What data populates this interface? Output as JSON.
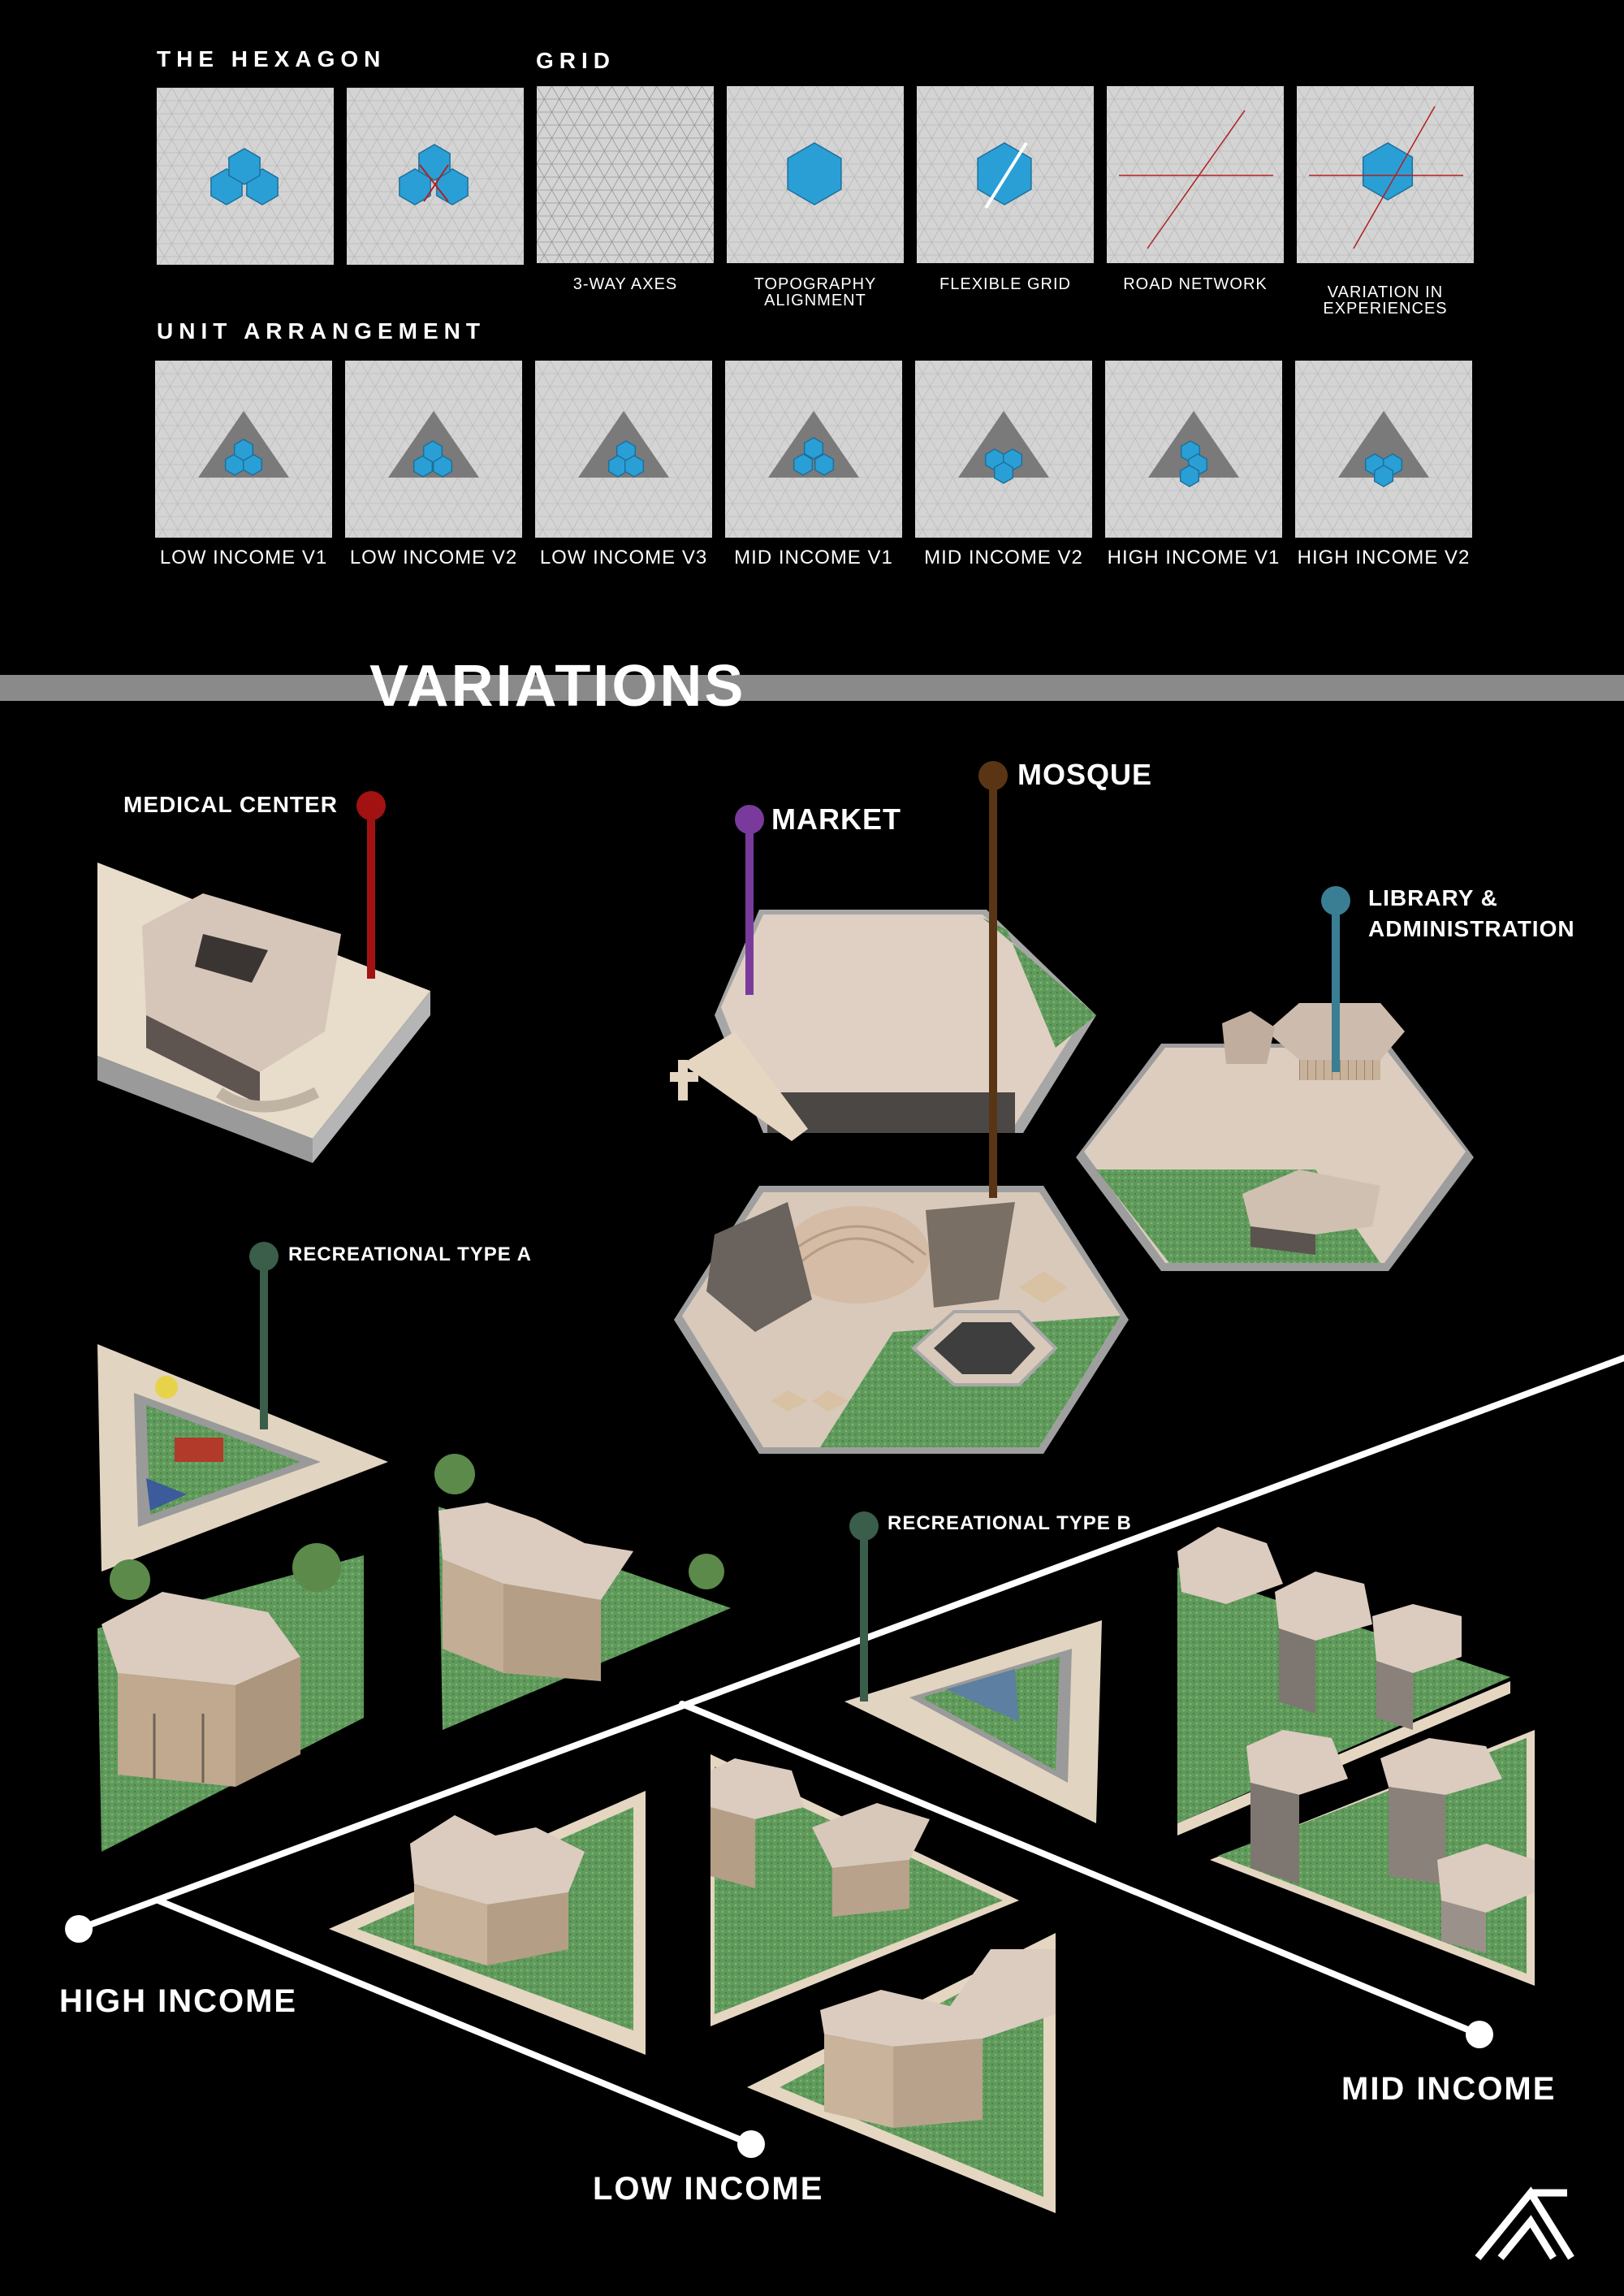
{
  "hexagon": {
    "title": "THE HEXAGON",
    "grid_title": "GRID",
    "tiles": [
      {
        "caption": "",
        "icon": "hex-cluster-icon"
      },
      {
        "caption": "",
        "icon": "hex-split-icon"
      },
      {
        "caption": "3-WAY AXES",
        "icon": "triangular-grid-icon"
      },
      {
        "caption": "TOPOGRAPHY\nALIGNMENT",
        "icon": "topography-hex-icon"
      },
      {
        "caption": "FLEXIBLE GRID",
        "icon": "flexible-grid-icon"
      },
      {
        "caption": "ROAD NETWORK",
        "icon": "road-network-icon"
      },
      {
        "caption": "VARIATION IN\nEXPERIENCES",
        "icon": "variation-icon"
      }
    ]
  },
  "units": {
    "title": "UNIT ARRANGEMENT",
    "tiles": [
      {
        "caption": "LOW INCOME V1"
      },
      {
        "caption": "LOW INCOME V2"
      },
      {
        "caption": "LOW INCOME V3"
      },
      {
        "caption": "MID INCOME V1"
      },
      {
        "caption": "MID INCOME V2"
      },
      {
        "caption": "HIGH INCOME V1"
      },
      {
        "caption": "HIGH INCOME V2"
      }
    ]
  },
  "variations": {
    "title": "VARIATIONS",
    "pins": {
      "medical": {
        "label": "MEDICAL CENTER",
        "color": "#a31212"
      },
      "market": {
        "label": "MARKET",
        "color": "#7a3a9c"
      },
      "mosque": {
        "label": "MOSQUE",
        "color": "#5a3515"
      },
      "library": {
        "label": "LIBRARY &\nADMINISTRATION",
        "color": "#3a7e94"
      },
      "rec_a": {
        "label": "RECREATIONAL TYPE A",
        "color": "#3b5e4a"
      },
      "rec_b": {
        "label": "RECREATIONAL TYPE B",
        "color": "#3b5e4a"
      }
    },
    "incomes": {
      "high": "HIGH INCOME",
      "low": "LOW INCOME",
      "mid": "MID INCOME"
    }
  },
  "colors": {
    "accent_blue": "#2a9fd6",
    "tile_bg": "#d4d4d4",
    "roof": "#d9c9bc",
    "grass": "#5f9a5c",
    "base": "#e3d6c2"
  }
}
